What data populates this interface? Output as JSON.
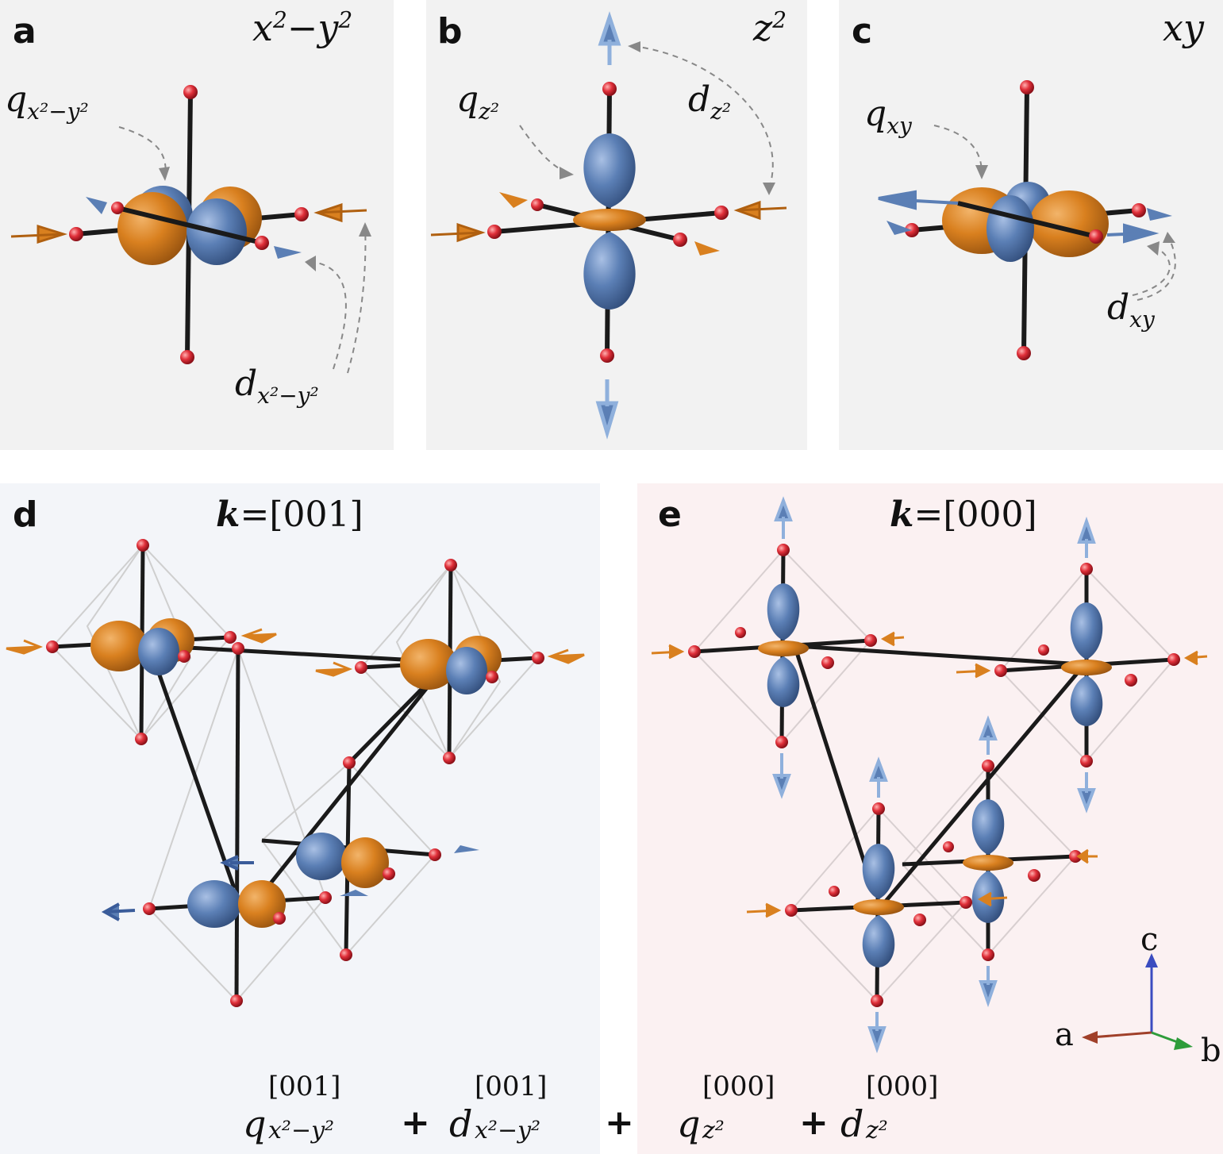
{
  "panels": {
    "a": {
      "letter": "a",
      "title_main": "x",
      "title_sup": "2",
      "title_minus": "−",
      "title_main2": "y",
      "title_sup2": "2",
      "q_label": "q",
      "q_sub": "x²−y²",
      "d_label": "d",
      "d_sub": "x²−y²"
    },
    "b": {
      "letter": "b",
      "title_main": "z",
      "title_sup": "2",
      "q_label": "q",
      "q_sub": "z²",
      "d_label": "d",
      "d_sub": "z²"
    },
    "c": {
      "letter": "c",
      "title": "xy",
      "q_label": "q",
      "q_sub": "xy",
      "d_label": "d",
      "d_sub": "xy"
    },
    "d": {
      "letter": "d",
      "k_symbol": "k",
      "k_value": "=[001]"
    },
    "e": {
      "letter": "e",
      "k_symbol": "k",
      "k_value": "=[000]"
    }
  },
  "formula": {
    "t1_main": "q",
    "t1_sup": "[001]",
    "t1_sub": "x²−y²",
    "plus1": "+",
    "t2_main": "d",
    "t2_sup": "[001]",
    "t2_sub": "x²−y²",
    "plus2": "+",
    "t3_main": "q",
    "t3_sup": "[000]",
    "t3_sub": "z²",
    "plus3": "+",
    "t4_main": "d",
    "t4_sup": "[000]",
    "t4_sub": "z²"
  },
  "axes": {
    "c": "c",
    "a": "a",
    "b": "b"
  },
  "colors": {
    "orange_lobe": "#d9801f",
    "blue_lobe": "#5b7fb5",
    "atom_red": "#e0303a",
    "bond": "#1a1a1a",
    "axis_a": "#a0402a",
    "axis_b": "#2e9c3a",
    "axis_c": "#3a4cc0"
  }
}
